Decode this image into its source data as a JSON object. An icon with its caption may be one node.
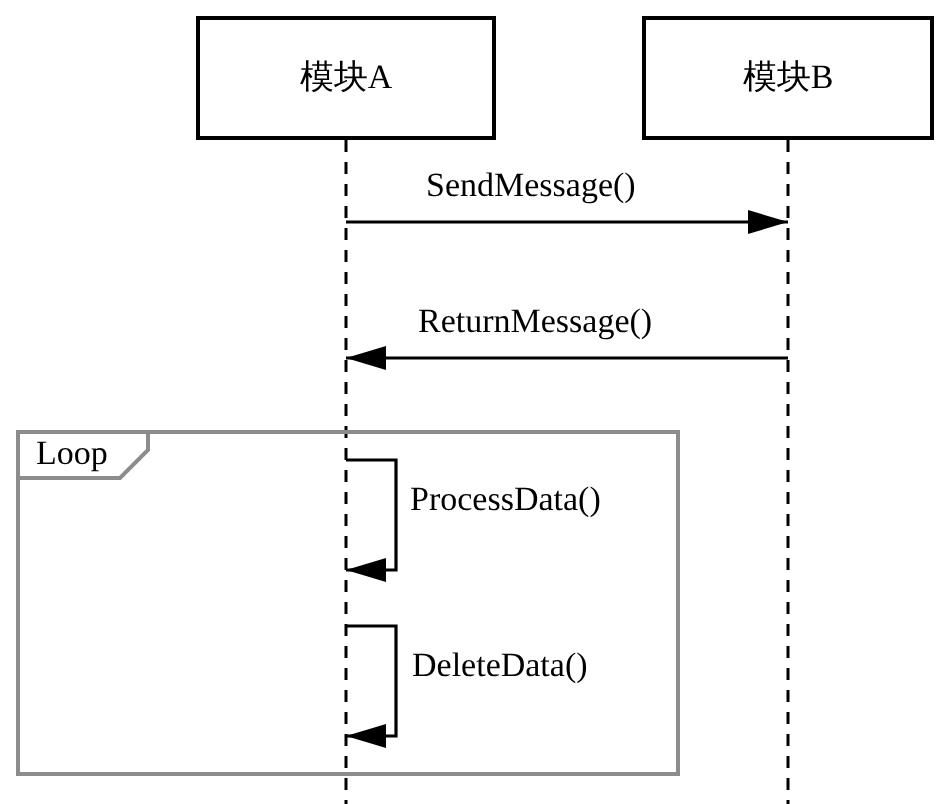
{
  "diagram": {
    "nodes": [
      {
        "text": [
          "模块A"
        ]
      },
      {
        "text": [
          "模块B"
        ]
      }
    ],
    "edges": [
      {
        "from": 0,
        "to": 1,
        "arrow": "to",
        "label": "SendMessage()"
      },
      {
        "from": 1,
        "to": 0,
        "arrow": "to",
        "label": "ReturnMessage()"
      },
      {
        "from": 0,
        "to": 0,
        "arrow": "to",
        "label": "ProcessData()"
      },
      {
        "from": 0,
        "to": 0,
        "arrow": "to",
        "label": "DeleteData()"
      }
    ],
    "labels": [
      "Loop"
    ]
  }
}
